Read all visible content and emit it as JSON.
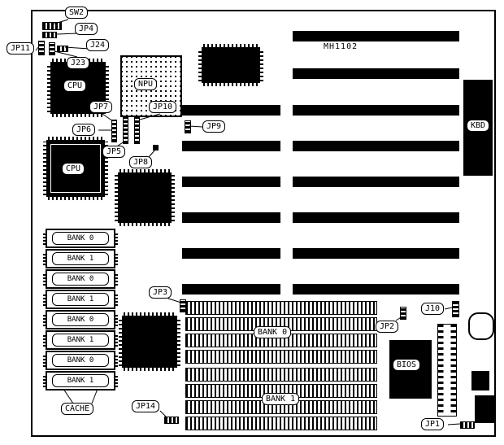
{
  "board": {
    "model": "MH1102"
  },
  "labels": {
    "sw2": "SW2",
    "jp4": "JP4",
    "j24": "J24",
    "jp11": "JP11",
    "j23": "J23",
    "jp7": "JP7",
    "jp10": "JP10",
    "jp6": "JP6",
    "jp5": "JP5",
    "jp8": "JP8",
    "jp9": "JP9",
    "jp3": "JP3",
    "jp2": "JP2",
    "j10": "J10",
    "jp14": "JP14",
    "jp1": "JP1",
    "cpu1": "CPU",
    "cpu2": "CPU",
    "npu": "NPU",
    "kbd": "KBD",
    "bios": "BIOS",
    "cache": "CACHE",
    "simm_bank0": "BANK 0",
    "simm_bank1": "BANK 1"
  },
  "cache_chips": [
    "BANK 0",
    "BANK 1",
    "BANK 0",
    "BANK 1",
    "BANK 0",
    "BANK 1",
    "BANK 0",
    "BANK 1"
  ]
}
